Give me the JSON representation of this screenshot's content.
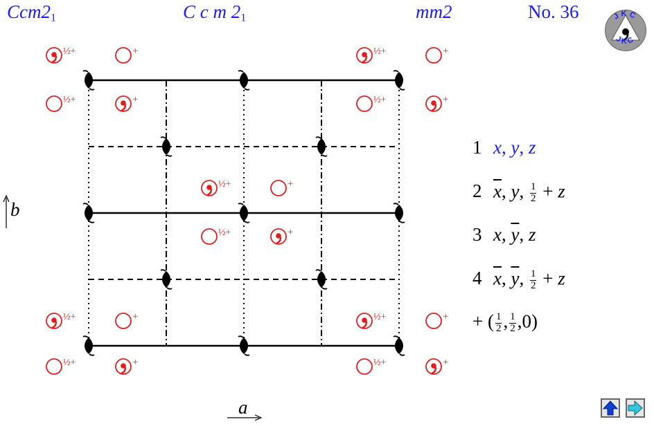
{
  "header": {
    "symbol_short": {
      "base": "Ccm2",
      "sub": "1"
    },
    "symbol_full": {
      "base": "C c m 2",
      "sub": "1"
    },
    "point_group": "mm2",
    "number": "No. 36"
  },
  "logo": {
    "text_top": "JKC",
    "text_bottom": "JKC"
  },
  "colors": {
    "accent": "#1a1aff",
    "symbol": "#e21b1b",
    "line": "#000000"
  },
  "positions": [
    {
      "num": "1",
      "first": true,
      "coords": [
        {
          "t": "x"
        },
        {
          "t": "y"
        },
        {
          "t": "z"
        }
      ]
    },
    {
      "num": "2",
      "coords": [
        {
          "t": "x",
          "bar": true
        },
        {
          "t": "y"
        },
        {
          "half": true,
          "t": "z"
        }
      ]
    },
    {
      "num": "3",
      "coords": [
        {
          "t": "x"
        },
        {
          "t": "y",
          "bar": true
        },
        {
          "t": "z"
        }
      ]
    },
    {
      "num": "4",
      "coords": [
        {
          "t": "x",
          "bar": true
        },
        {
          "t": "y",
          "bar": true
        },
        {
          "half": true,
          "t": "z"
        }
      ]
    }
  ],
  "centering": {
    "prefix": "+ (",
    "suffix": ",0)"
  },
  "fraction_half": {
    "num": "1",
    "den": "2"
  },
  "symbol_labels": {
    "plus": "+",
    "half": "½",
    "half_plus": "½+"
  },
  "axes": {
    "a": "a",
    "b": "b"
  },
  "nav": {
    "up_icon": "up-arrow-icon",
    "next_icon": "right-arrow-icon"
  }
}
